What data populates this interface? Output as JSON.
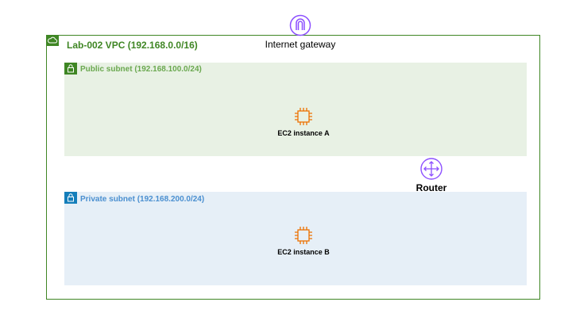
{
  "vpc": {
    "title": "Lab-002 VPC (192.168.0.0/16)",
    "color": "#3f8624",
    "icon": "cloud-icon"
  },
  "public_subnet": {
    "title": "Public subnet (192.168.100.0/24)",
    "color": "#6aa84f",
    "background": "#e8f1e4",
    "icon": "lock-icon"
  },
  "private_subnet": {
    "title": "Private subnet (192.168.200.0/24)",
    "color": "#4a8fd0",
    "background": "#e6eff7",
    "icon": "lock-icon"
  },
  "internet_gateway": {
    "label": "Internet gateway",
    "color": "#8c4fff",
    "icon": "internet-gateway-icon"
  },
  "router": {
    "label": "Router",
    "color": "#8c4fff",
    "icon": "router-icon"
  },
  "instances": [
    {
      "label": "EC2 instance A",
      "color": "#ed7100",
      "icon": "ec2-chip-icon"
    },
    {
      "label": "EC2 instance B",
      "color": "#ed7100",
      "icon": "ec2-chip-icon"
    }
  ]
}
